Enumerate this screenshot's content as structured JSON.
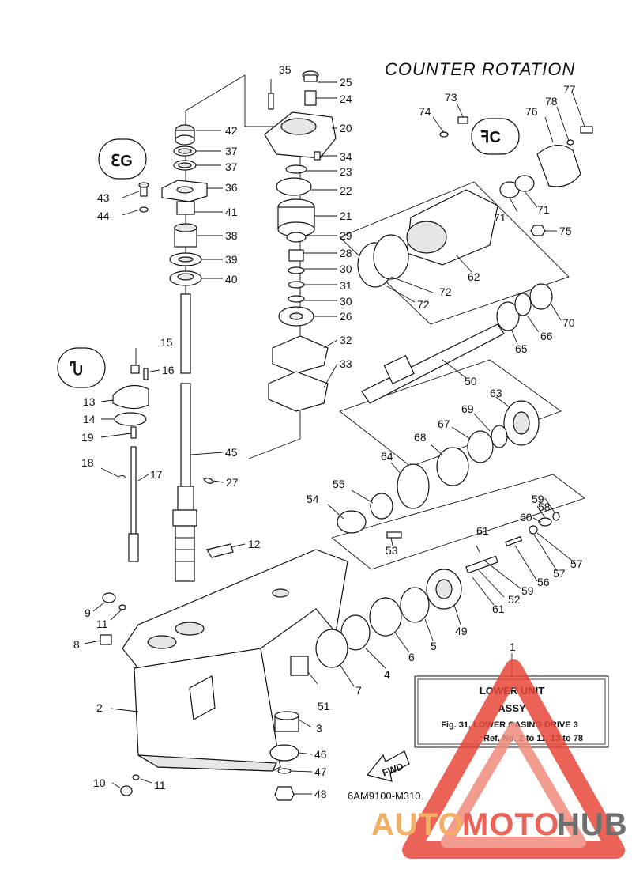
{
  "header": {
    "title": "COUNTER  ROTATION"
  },
  "info_box": {
    "line1": "LOWER  UNIT",
    "line2": "ASSY",
    "line3": "Fig. 31, LOWER CASING DRIVE 3",
    "line4": "Ref. No. 2 to 11, 13 to 78",
    "ref_number": "1"
  },
  "diagram_code": "6AM9100-M310",
  "direction_label": "FWD",
  "watermark": {
    "text_part1": "AUTO",
    "text_part2": "MOTO",
    "text_part3": "HUB",
    "color_orange": "#f2a24a",
    "color_red": "#e8473a",
    "color_gray": "#555555"
  },
  "callouts": {
    "n2": "2",
    "n3": "3",
    "n4": "4",
    "n5": "5",
    "n6": "6",
    "n7": "7",
    "n8": "8",
    "n9": "9",
    "n10": "10",
    "n11a": "11",
    "n11b": "11",
    "n12": "12",
    "n13": "13",
    "n14": "14",
    "n15": "15",
    "n16": "16",
    "n17": "17",
    "n18": "18",
    "n19": "19",
    "n20": "20",
    "n21": "21",
    "n22": "22",
    "n23": "23",
    "n24": "24",
    "n25": "25",
    "n26": "26",
    "n27": "27",
    "n28": "28",
    "n29": "29",
    "n30a": "30",
    "n30b": "30",
    "n31": "31",
    "n32": "32",
    "n33": "33",
    "n34": "34",
    "n35": "35",
    "n36": "36",
    "n37a": "37",
    "n37b": "37",
    "n38": "38",
    "n39": "39",
    "n40": "40",
    "n41": "41",
    "n42": "42",
    "n43": "43",
    "n44": "44",
    "n45": "45",
    "n46": "46",
    "n47": "47",
    "n48": "48",
    "n49": "49",
    "n50": "50",
    "n51": "51",
    "n52": "52",
    "n53": "53",
    "n54": "54",
    "n55": "55",
    "n56": "56",
    "n57a": "57",
    "n57b": "57",
    "n58": "58",
    "n59a": "59",
    "n59b": "59",
    "n60": "60",
    "n61a": "61",
    "n61b": "61",
    "n62": "62",
    "n63": "63",
    "n64": "64",
    "n65": "65",
    "n66": "66",
    "n67": "67",
    "n68": "68",
    "n69": "69",
    "n70": "70",
    "n71a": "71",
    "n71b": "71",
    "n72a": "72",
    "n72b": "72",
    "n73": "73",
    "n74": "74",
    "n75": "75",
    "n76": "76",
    "n77": "77",
    "n78": "78"
  }
}
